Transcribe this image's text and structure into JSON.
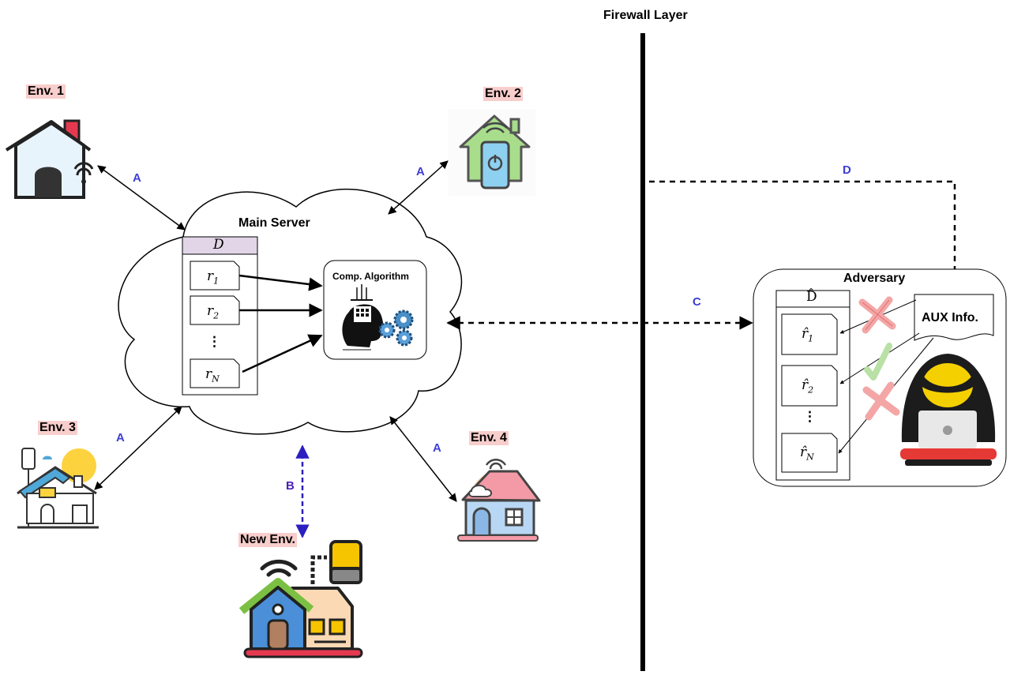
{
  "firewall": {
    "label": "Firewall Layer"
  },
  "server": {
    "label": "Main Server",
    "dataset_header": "D",
    "records": [
      {
        "base": "r",
        "sub": "1"
      },
      {
        "base": "r",
        "sub": "2"
      },
      {
        "base": "r",
        "sub": "N"
      }
    ],
    "ellipsis": "⋮",
    "algorithm_label": "Comp. Algorithm"
  },
  "adversary": {
    "label": "Adversary",
    "dataset_header": "D̂",
    "records": [
      {
        "base": "r̂",
        "sub": "1"
      },
      {
        "base": "r̂",
        "sub": "2"
      },
      {
        "base": "r̂",
        "sub": "N"
      }
    ],
    "ellipsis": "⋮",
    "aux_label": "AUX Info.",
    "match_results": [
      "cross",
      "check",
      "cross"
    ]
  },
  "environments": [
    {
      "id": "env1",
      "label": "Env. 1"
    },
    {
      "id": "env2",
      "label": "Env. 2"
    },
    {
      "id": "env3",
      "label": "Env. 3"
    },
    {
      "id": "env4",
      "label": "Env. 4"
    },
    {
      "id": "new",
      "label": "New Env."
    }
  ],
  "edges": {
    "a": "A",
    "b": "B",
    "c": "C",
    "d": "D"
  },
  "colors": {
    "edge_label": "#3d3dd6",
    "edge_b": "#4b1fbf",
    "env_label_bg": "#f8cecc",
    "dataset_header_bg": "#e1d5e7",
    "cross": "#f4a6a6",
    "check": "#b9e0a5"
  }
}
